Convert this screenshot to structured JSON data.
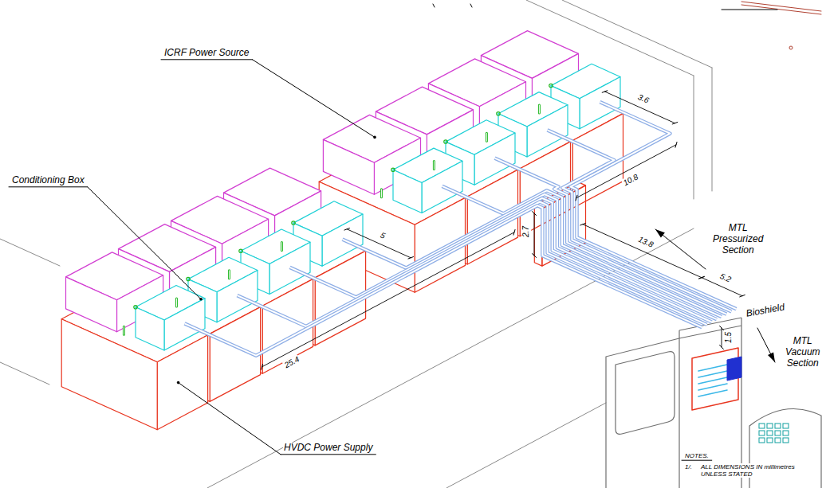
{
  "diagram": {
    "labels": [
      "ICRF Power Source",
      "Conditioning Box",
      "HVDC Power Supply",
      "MTL Pressurized Section",
      "MTL Vacuum Section",
      "Bioshield",
      "3.6",
      "10.8",
      "2.7",
      "13.8",
      "5.2",
      "25.4",
      "5",
      "1.5",
      "NOTES.",
      "1/.",
      "ALL DIMENSIONS IN millimetres UNLESS STATED"
    ]
  }
}
